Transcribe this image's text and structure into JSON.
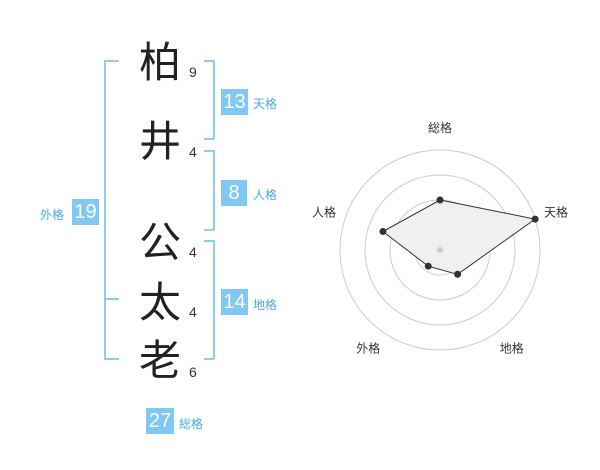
{
  "characters": [
    {
      "char": "柏",
      "strokes": 9
    },
    {
      "char": "井",
      "strokes": 4
    },
    {
      "char": "公",
      "strokes": 4
    },
    {
      "char": "太",
      "strokes": 4
    },
    {
      "char": "老",
      "strokes": 6
    }
  ],
  "grades": {
    "tenkaku": {
      "value": 13,
      "label": "天格"
    },
    "jinkaku": {
      "value": 8,
      "label": "人格"
    },
    "chikaku": {
      "value": 14,
      "label": "地格"
    },
    "gaikaku": {
      "value": 19,
      "label": "外格"
    },
    "soukaku": {
      "value": 27,
      "label": "総格"
    }
  },
  "chart_data": {
    "type": "radar",
    "axes": [
      "総格",
      "天格",
      "地格",
      "外格",
      "人格"
    ],
    "values": [
      2.5,
      5,
      1.5,
      1,
      3
    ],
    "max": 5,
    "rings": 4,
    "colors": {
      "fill": "#f0f0f0",
      "stroke": "#333333",
      "grid": "#cccccc",
      "point": "#333333"
    }
  }
}
